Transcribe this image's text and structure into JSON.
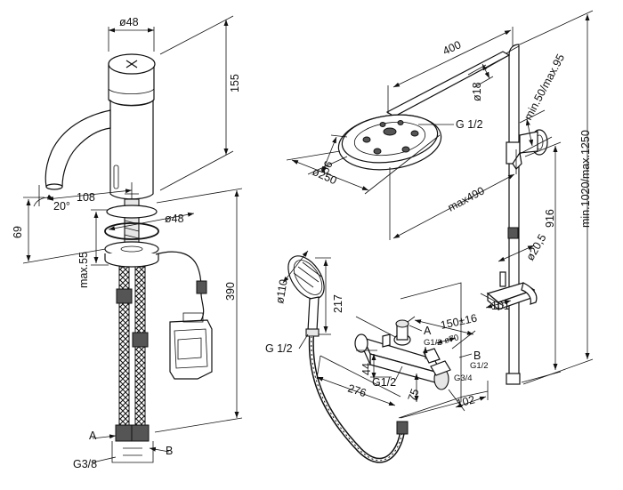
{
  "basin_mixer": {
    "dims": {
      "d48_top": "ø48",
      "h155": "155",
      "reach108": "108",
      "angle20": "20°",
      "h69": "69",
      "d48_mount": "ø48",
      "max55": "max.55",
      "h390": "390"
    },
    "connections": {
      "a": "A",
      "b": "B",
      "g38": "G3/8"
    }
  },
  "shower_system": {
    "dims": {
      "w400": "400",
      "d18": "ø18",
      "g12_head": "G 1/2",
      "min50": "min.50/max.95",
      "h56": "56",
      "d250": "ø250",
      "max490": "max490",
      "h916": "916",
      "total": "min.1020/max.1250",
      "d205": "ø20,5",
      "d110": "ø110",
      "h217": "217",
      "g12_hand": "G 1/2",
      "w101": "101",
      "c150": "150±16",
      "d70": "ø70",
      "h44": "44",
      "g12_out": "G1/2",
      "d276": "276",
      "d75": "75",
      "d102": "102",
      "g12_a": "G1/2",
      "g12_b": "G1/2",
      "g34": "G3/4"
    },
    "connections": {
      "a": "A",
      "b": "B"
    }
  }
}
